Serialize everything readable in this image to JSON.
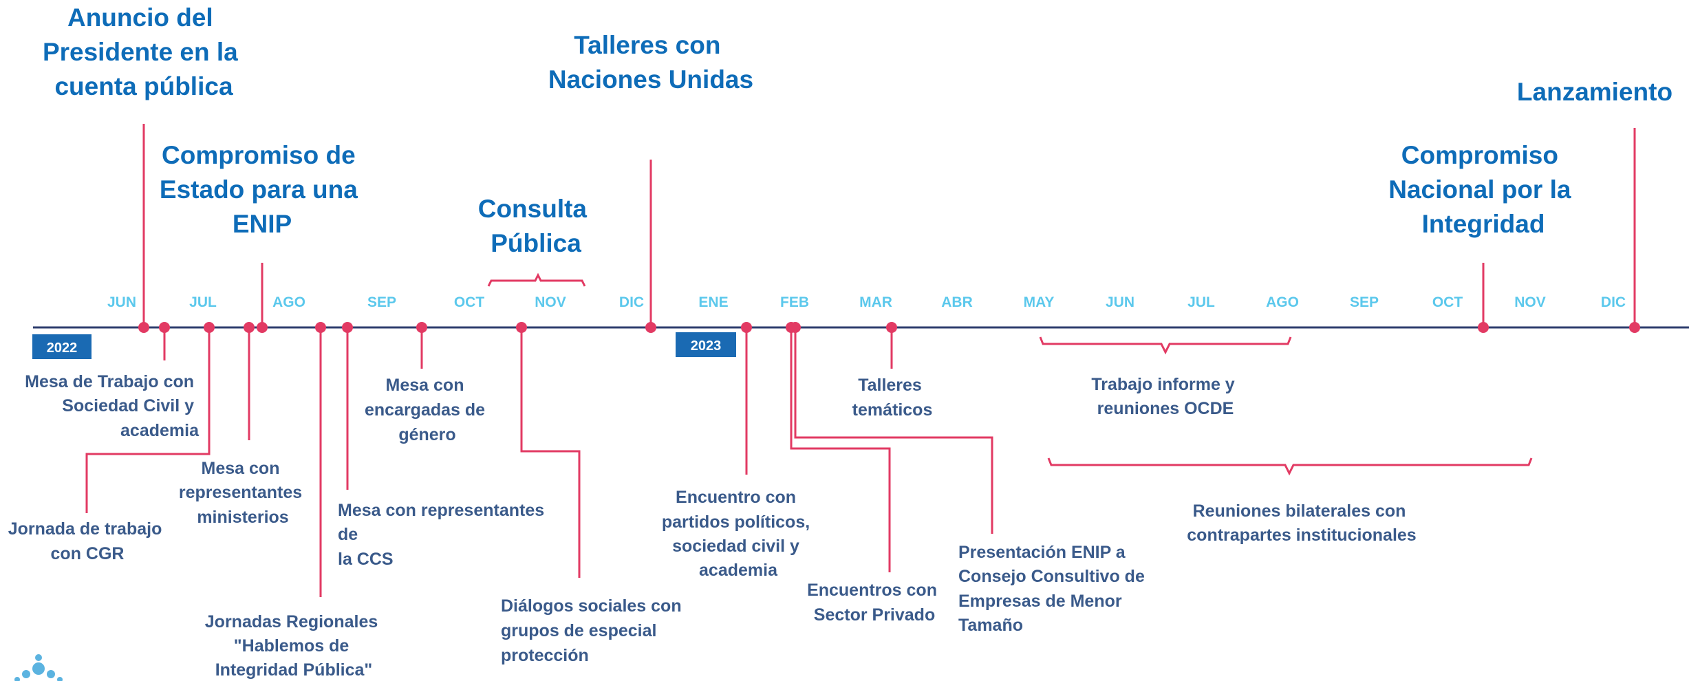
{
  "colors": {
    "axis": "#2e3e6e",
    "connector": "#e23a63",
    "month": "#5bc8ec",
    "top_label": "#0e6cb8",
    "bottom_label": "#3a5a8a",
    "year_badge": "#1a6ab3"
  },
  "years": [
    "2022",
    "2023"
  ],
  "months": [
    "JUN",
    "JUL",
    "AGO",
    "SEP",
    "OCT",
    "NOV",
    "DIC",
    "ENE",
    "FEB",
    "MAR",
    "ABR",
    "MAY",
    "JUN",
    "JUL",
    "AGO",
    "SEP",
    "OCT",
    "NOV",
    "DIC"
  ],
  "milestones_top": [
    {
      "lines": [
        "Anuncio del",
        "Presidente en la",
        "cuenta pública"
      ]
    },
    {
      "lines": [
        "Compromiso de",
        "Estado para una",
        "ENIP"
      ]
    },
    {
      "lines": [
        "Consulta",
        "Pública"
      ]
    },
    {
      "lines": [
        "Talleres con",
        "Naciones Unidas"
      ]
    },
    {
      "lines": [
        "Compromiso",
        "Nacional por la",
        "Integridad"
      ]
    },
    {
      "lines": [
        "Lanzamiento"
      ]
    }
  ],
  "events_bottom": [
    {
      "lines": [
        "Mesa de Trabajo con",
        "Sociedad Civil y",
        "academia"
      ]
    },
    {
      "lines": [
        "Jornada de trabajo",
        "con CGR"
      ]
    },
    {
      "lines": [
        "Mesa con",
        "representantes",
        "ministerios"
      ]
    },
    {
      "lines": [
        "Jornadas Regionales",
        "\"Hablemos de",
        "Integridad Pública\""
      ]
    },
    {
      "lines": [
        "Mesa con representantes",
        "de",
        "la CCS"
      ]
    },
    {
      "lines": [
        "Mesa con",
        "encargadas de",
        "género"
      ]
    },
    {
      "lines": [
        "Diálogos sociales con",
        "grupos de especial",
        "protección"
      ]
    },
    {
      "lines": [
        "Encuentro con",
        "partidos políticos,",
        "sociedad civil y",
        "academia"
      ]
    },
    {
      "lines": [
        "Encuentros con",
        "Sector Privado"
      ]
    },
    {
      "lines": [
        "Presentación ENIP a",
        "Consejo Consultivo de",
        "Empresas de Menor",
        "Tamaño"
      ]
    },
    {
      "lines": [
        "Talleres",
        "temáticos"
      ]
    },
    {
      "lines": [
        "Trabajo informe y",
        "reuniones OCDE"
      ]
    },
    {
      "lines": [
        "Reuniones bilaterales con",
        "contrapartes institucionales"
      ]
    }
  ]
}
